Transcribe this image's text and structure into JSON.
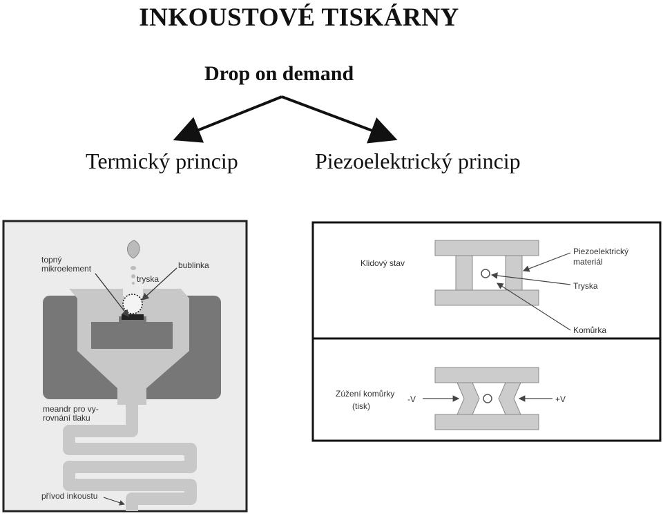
{
  "title": "INKOUSTOVÉ TISKÁRNY",
  "subtitle": "Drop on demand",
  "branches": {
    "thermal": "Termický princip",
    "piezo": "Piezoelektrický princip"
  },
  "thermal_diagram": {
    "label_heater_line1": "topný",
    "label_heater_line2": "mikroelement",
    "label_bubble": "bublinka",
    "label_nozzle": "tryska",
    "label_meander_line1": "meandr pro vy-",
    "label_meander_line2": "rovnání tlaku",
    "label_ink_supply": "přívod inkoustu"
  },
  "piezo_diagram": {
    "label_rest_state": "Klidový stav",
    "label_material_line1": "Piezoelektrický",
    "label_material_line2": "materiál",
    "label_nozzle": "Tryska",
    "label_chamber": "Komůrka",
    "label_squeeze_line1": "Zúžení komůrky",
    "label_squeeze_line2": "(tisk)",
    "label_minus_v": "-V",
    "label_plus_v": "+V"
  },
  "colors": {
    "dark_gray": "#777777",
    "mid_gray": "#a9a9a9",
    "light_gray": "#c8c8c8",
    "panel_bg": "#ececec"
  }
}
